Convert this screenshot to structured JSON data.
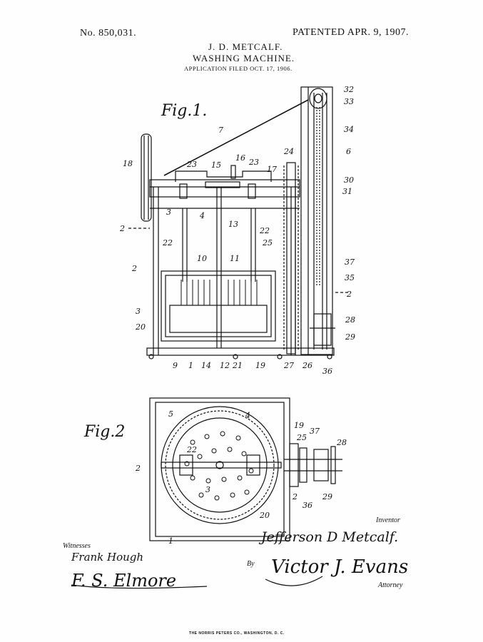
{
  "header": {
    "patent_number": "No. 850,031.",
    "patented_date": "PATENTED APR. 9, 1907.",
    "inventor_name": "J. D. METCALF.",
    "title": "WASHING MACHINE.",
    "application_filed": "APPLICATION FILED OCT. 17, 1906."
  },
  "figures": {
    "fig1_label": "Fig.1.",
    "fig2_label": "Fig.2",
    "fig1_refs": [
      "32",
      "33",
      "34",
      "6",
      "30",
      "31",
      "24",
      "17",
      "23",
      "16",
      "15",
      "23",
      "7",
      "18",
      "3",
      "2",
      "4",
      "13",
      "22",
      "22",
      "25",
      "10",
      "11",
      "37",
      "35",
      "2",
      "2",
      "3",
      "20",
      "28",
      "29",
      "9",
      "1",
      "14",
      "12",
      "21",
      "19",
      "27",
      "26",
      "36"
    ],
    "fig2_refs": [
      "5",
      "4",
      "19",
      "25",
      "37",
      "28",
      "22",
      "2",
      "3",
      "2",
      "36",
      "29",
      "20",
      "1"
    ]
  },
  "signatures": {
    "inventor_label": "Inventor",
    "inventor_signature": "Jefferson D Metcalf.",
    "witnesses_label": "Witnesses",
    "witness_1": "Frank Hough",
    "witness_2": "F. S. Elmore",
    "by_label": "By",
    "attorney_signature": "Victor J. Evans",
    "attorney_label": "Attorney"
  },
  "footer": {
    "printer": "THE NORRIS PETERS CO., WASHINGTON, D. C."
  }
}
